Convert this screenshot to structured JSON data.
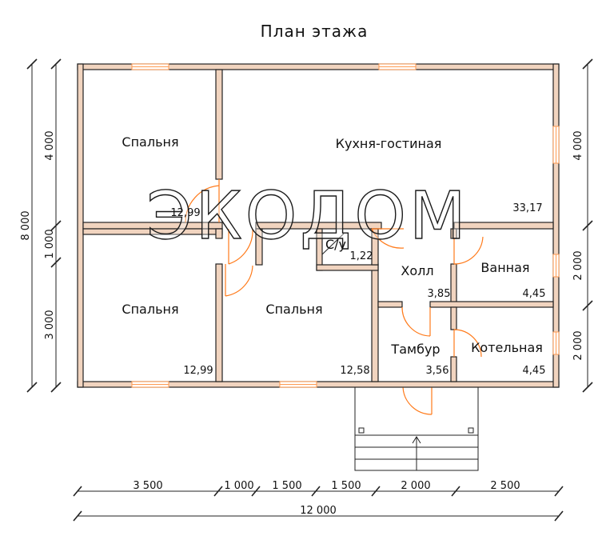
{
  "title": "План этажа",
  "watermark": "ЭКОДОМ",
  "colors": {
    "wall_fill": "#f1d4bf",
    "wall_stroke": "#222222",
    "door": "#ff7a1a",
    "window": "#ff9a50"
  },
  "rooms": [
    {
      "name": "Спальня",
      "area": "12,99"
    },
    {
      "name": "Кухня-гостиная",
      "area": "33,17"
    },
    {
      "name": "Спальня",
      "area": "12,99"
    },
    {
      "name": "Спальня",
      "area": "12,58"
    },
    {
      "name": "С/у",
      "area": "1,22"
    },
    {
      "name": "Холл",
      "area": "3,85"
    },
    {
      "name": "Ванная",
      "area": "4,45"
    },
    {
      "name": "Тамбур",
      "area": "3,56"
    },
    {
      "name": "Котельная",
      "area": "4,45"
    }
  ],
  "dimensions": {
    "bottom_segments": [
      "3 500",
      "1 000",
      "1 500",
      "1 500",
      "2 000",
      "2 500"
    ],
    "bottom_total": "12 000",
    "left_segments": [
      "4 000",
      "1 000",
      "3 000"
    ],
    "left_total": "8 000",
    "right_segments": [
      "4 000",
      "2 000",
      "2 000"
    ]
  }
}
